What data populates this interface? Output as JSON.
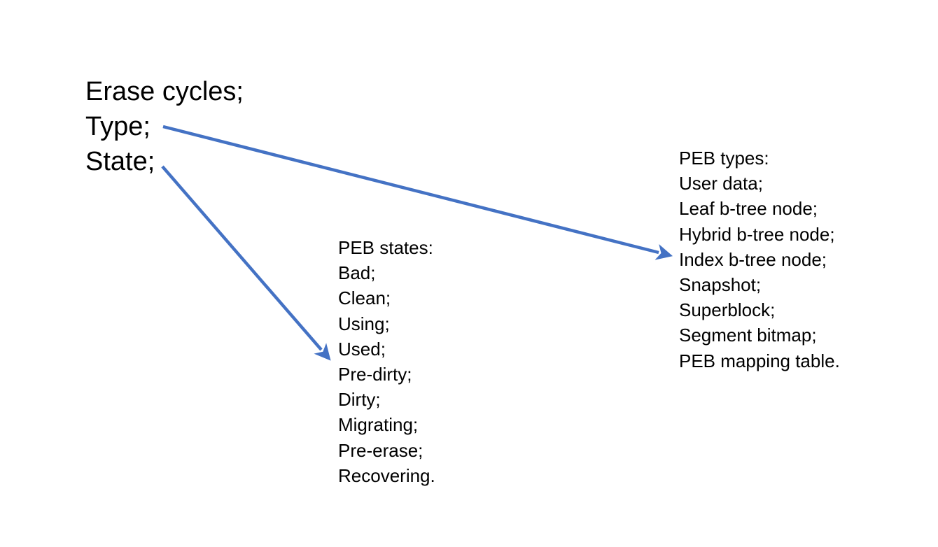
{
  "colors": {
    "background": "#ffffff",
    "text": "#000000",
    "arrow": "#4472C4"
  },
  "fields_list": {
    "items": [
      "Erase cycles;",
      "Type;",
      "State;"
    ]
  },
  "peb_states": {
    "title": "PEB states:",
    "items": [
      "Bad;",
      "Clean;",
      "Using;",
      "Used;",
      "Pre-dirty;",
      "Dirty;",
      "Migrating;",
      "Pre-erase;",
      "Recovering."
    ]
  },
  "peb_types": {
    "title": "PEB types:",
    "items": [
      "User data;",
      "Leaf b-tree node;",
      "Hybrid b-tree node;",
      "Index b-tree node;",
      "Snapshot;",
      "Superblock;",
      "Segment bitmap;",
      "PEB mapping table."
    ]
  },
  "arrows": [
    {
      "name": "type-to-peb-types",
      "from": "Type;",
      "to": "Index b-tree node;"
    },
    {
      "name": "state-to-peb-states",
      "from": "State;",
      "to": "Used;"
    }
  ]
}
